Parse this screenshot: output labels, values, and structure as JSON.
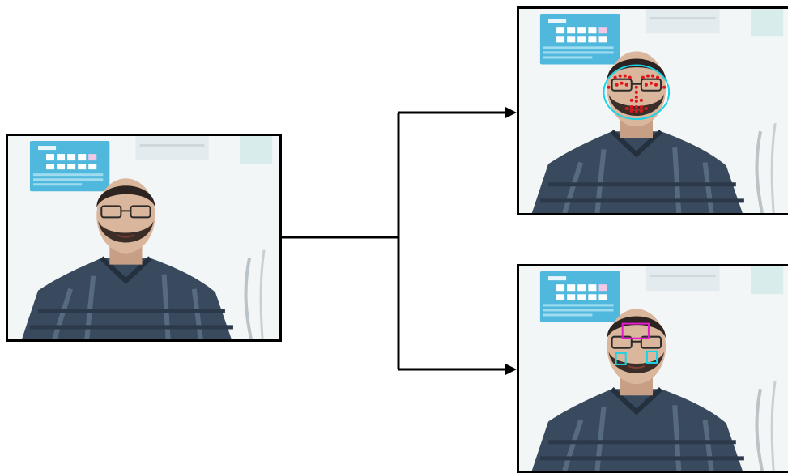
{
  "figure": {
    "panels": [
      {
        "id": "input-photo",
        "overlay": "none"
      },
      {
        "id": "landmarks-photo",
        "overlay": "face-ellipse-and-landmark-points"
      },
      {
        "id": "regions-photo",
        "overlay": "forehead-and-cheek-rectangles"
      }
    ],
    "colors": {
      "landmark_points": "#e0121a",
      "face_ellipse": "#19d3e6",
      "forehead_roi": "#e51bd0",
      "cheek_roi": "#19d3e6",
      "connector": "#000000",
      "shirt": "#3a4a5e"
    }
  }
}
